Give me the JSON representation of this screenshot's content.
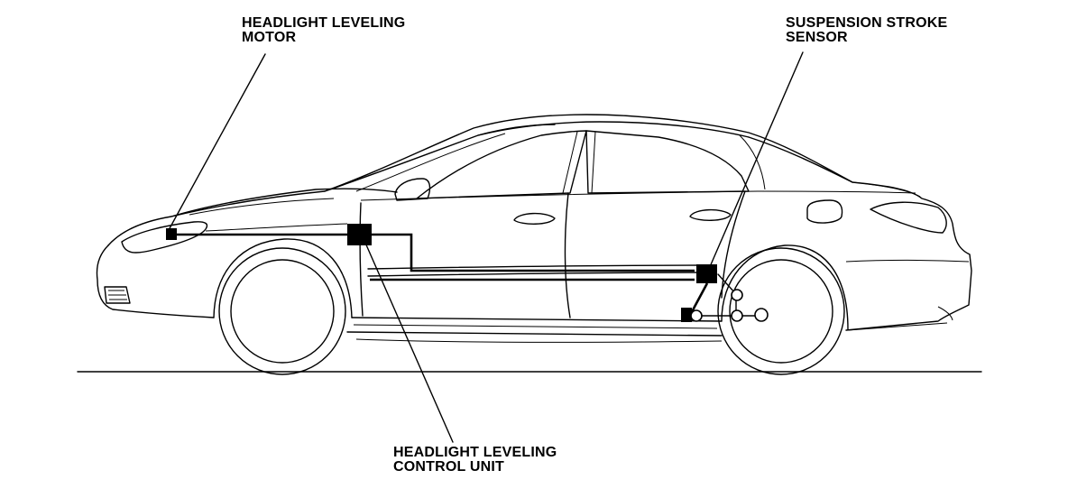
{
  "diagram": {
    "labels": {
      "motor": [
        "HEADLIGHT LEVELING",
        "MOTOR"
      ],
      "sensor": [
        "SUSPENSION STROKE",
        "SENSOR"
      ],
      "unit": [
        "HEADLIGHT LEVELING",
        "CONTROL UNIT"
      ]
    },
    "colors": {
      "line": "#000000",
      "background": "#ffffff"
    }
  }
}
